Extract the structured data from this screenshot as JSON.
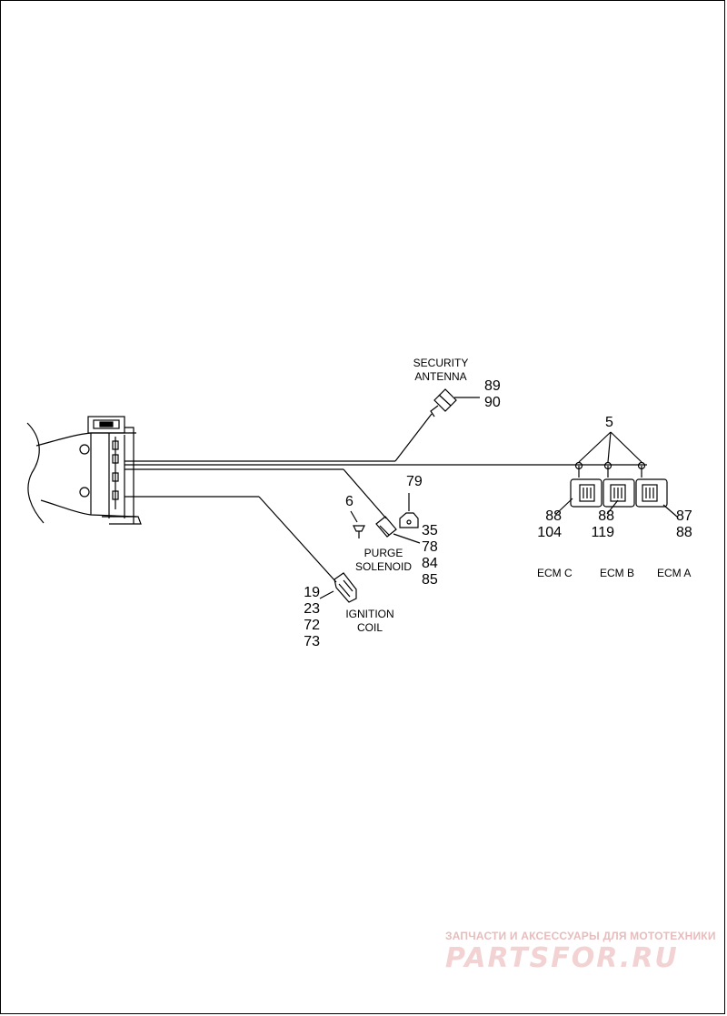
{
  "labels": {
    "security_antenna": [
      "SECURITY",
      "ANTENNA"
    ],
    "purge_solenoid": [
      "PURGE",
      "SOLENOID"
    ],
    "ignition_coil": [
      "IGNITION",
      "COIL"
    ],
    "ecm_c": "ECM C",
    "ecm_b": "ECM B",
    "ecm_a": "ECM A"
  },
  "part_numbers": {
    "antenna": [
      "89",
      "90"
    ],
    "connector_clip": "5",
    "purge_cap": "79",
    "purge_clip": "6",
    "purge": [
      "35",
      "78",
      "84",
      "85"
    ],
    "ignition": [
      "19",
      "23",
      "72",
      "73"
    ],
    "ecm_c": [
      "88",
      "104"
    ],
    "ecm_b": [
      "88",
      "119"
    ],
    "ecm_a": [
      "87",
      "88"
    ]
  },
  "watermark": {
    "caption": "ЗАПЧАСТИ И АКСЕССУАРЫ ДЛЯ МОТОТЕХНИКИ",
    "logo": "PARTSFOR.RU"
  }
}
